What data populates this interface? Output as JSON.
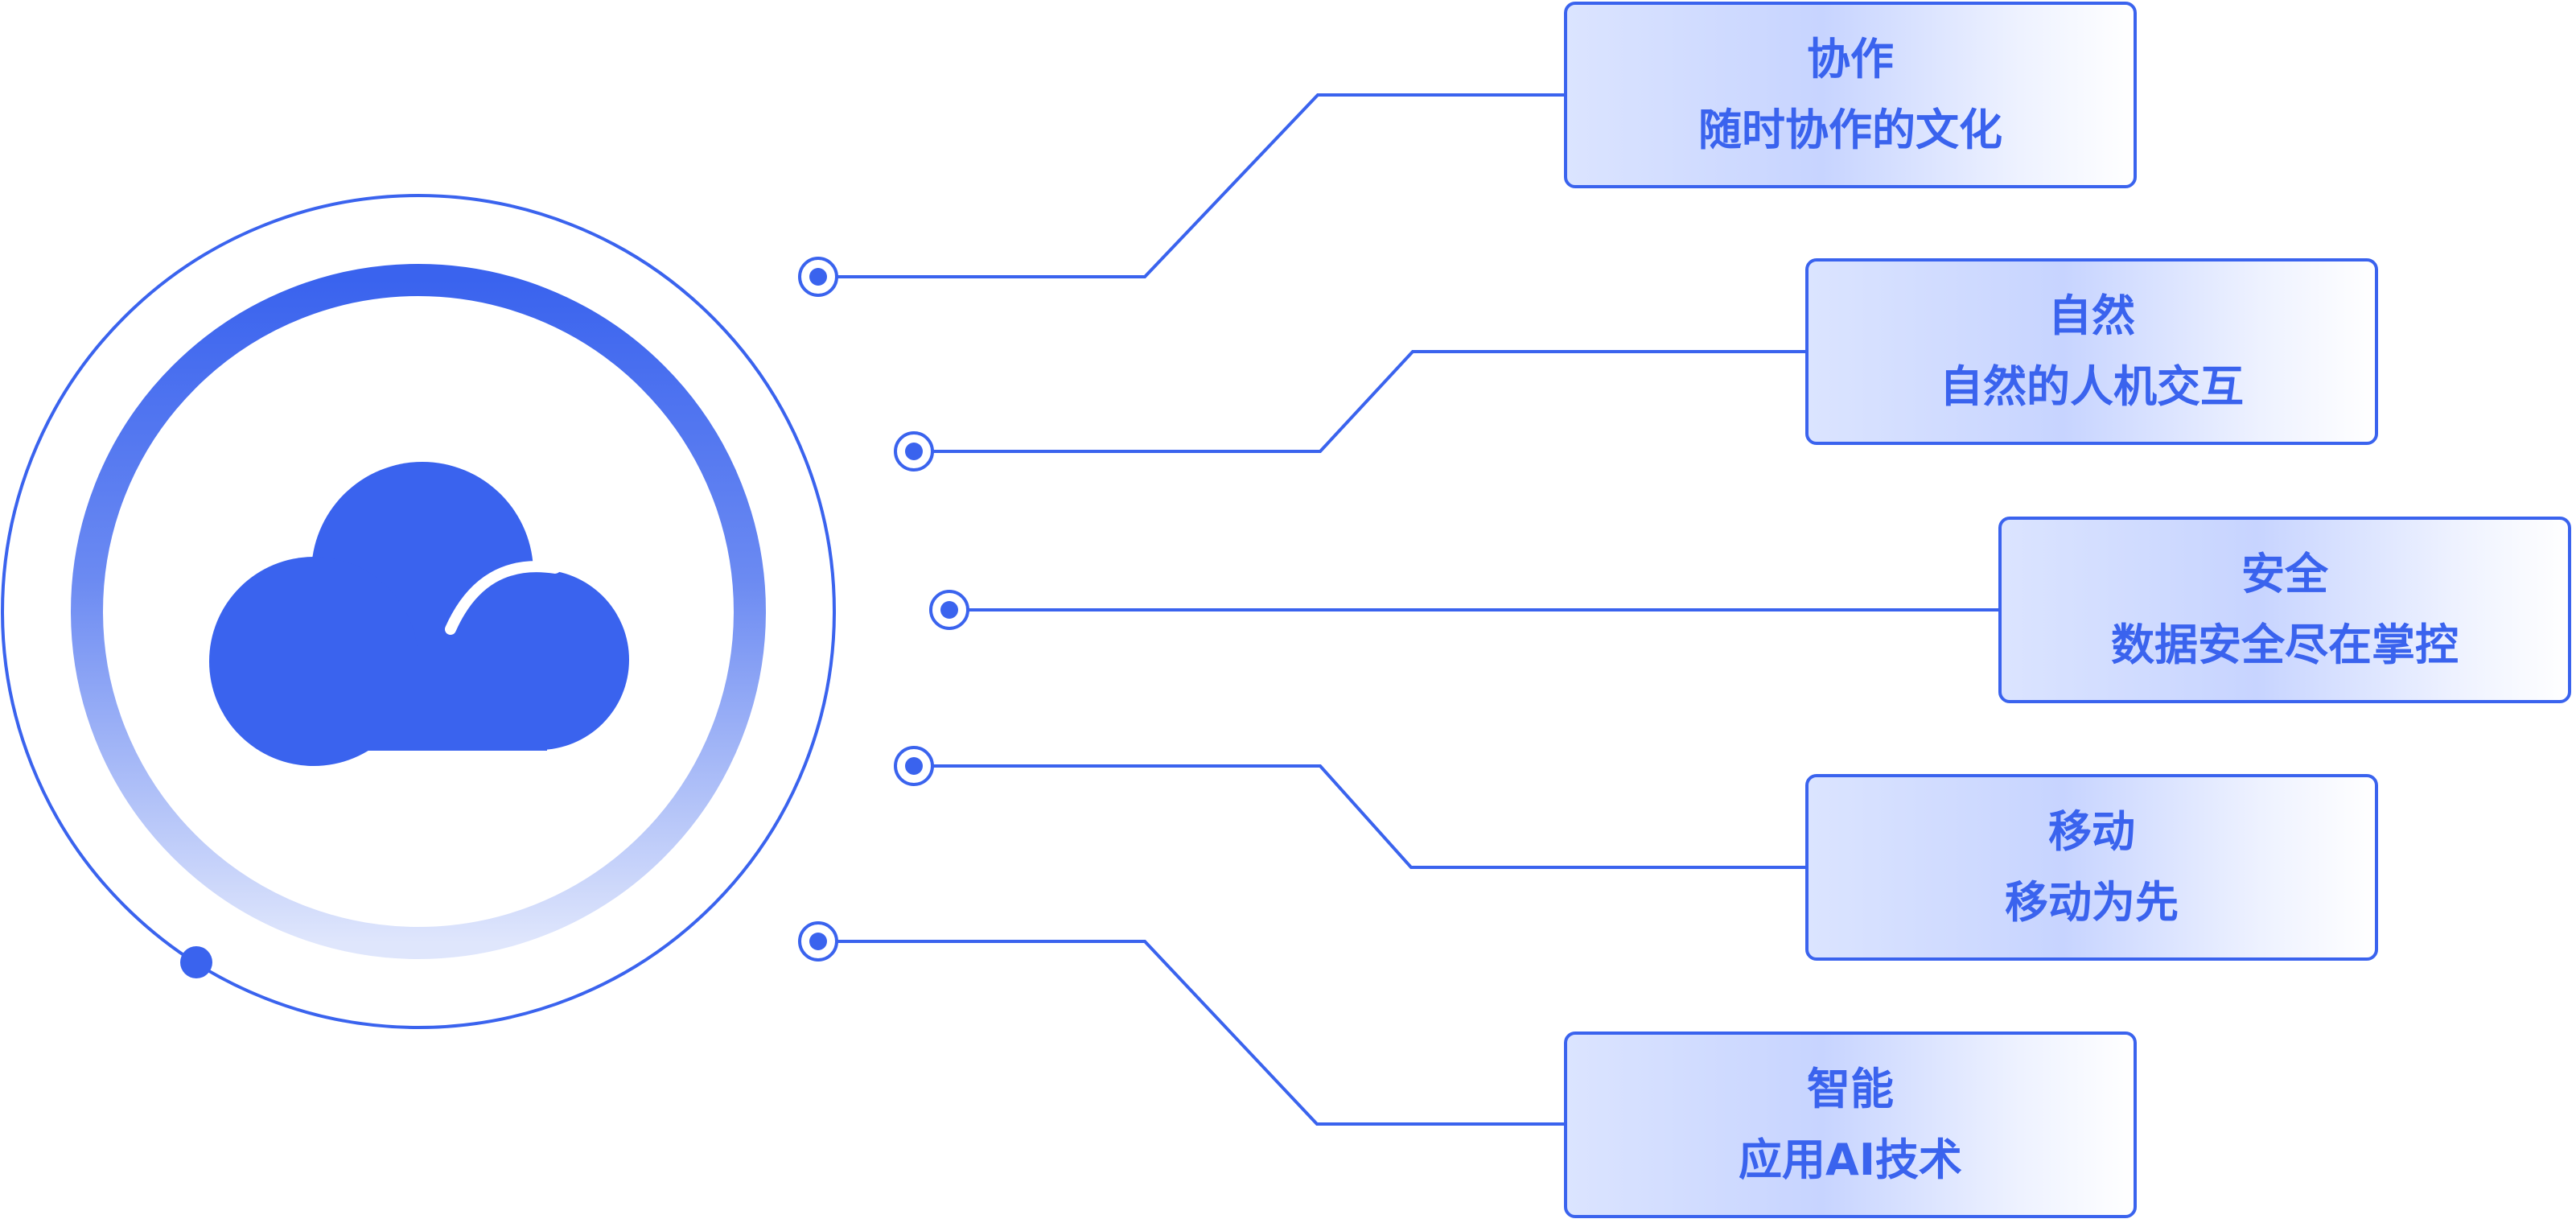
{
  "features": [
    {
      "title": "协作",
      "desc": "随时协作的文化"
    },
    {
      "title": "自然",
      "desc": "自然的人机交互"
    },
    {
      "title": "安全",
      "desc": "数据安全尽在掌控"
    },
    {
      "title": "移动",
      "desc": "移动为先"
    },
    {
      "title": "智能",
      "desc": "应用AI技术"
    }
  ],
  "center_icon": "cloud-icon",
  "colors": {
    "accent": "#3a63ee",
    "ring_start": "#3a63ee",
    "ring_end": "#dfe6fc",
    "card_bg_strong": "#c7d4ff",
    "card_bg_light": "#ffffff"
  }
}
